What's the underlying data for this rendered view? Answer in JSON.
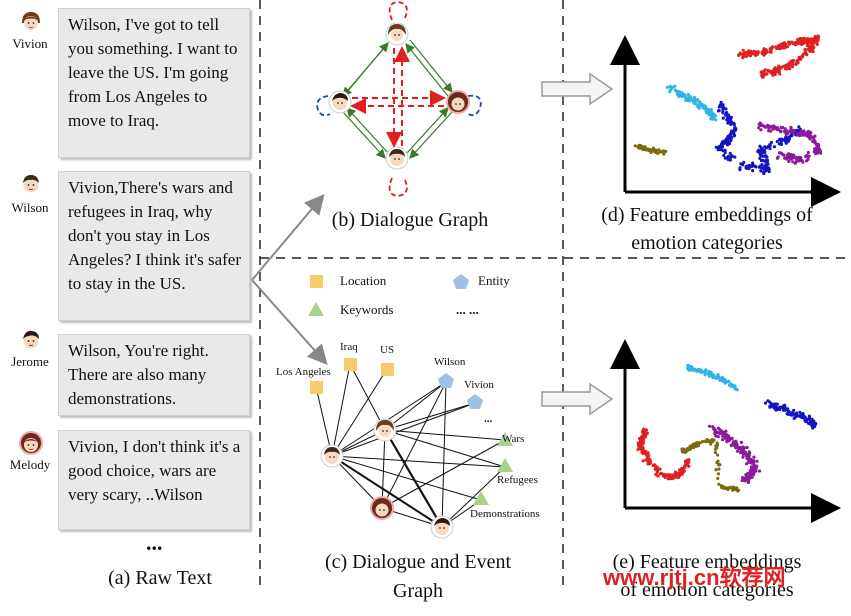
{
  "raw_text": {
    "messages": [
      {
        "speaker": "Vivion",
        "text": "Wilson, I've got to tell you something.  I want to leave the US. I'm going from Los Angeles to move to Iraq."
      },
      {
        "speaker": "Wilson",
        "text": "Vivion,There's wars and refugees in Iraq, why don't you stay in Los Angeles? I think it's safer to stay in the US."
      },
      {
        "speaker": "Jerome",
        "text": "Wilson, You're right. There are also many demonstrations."
      },
      {
        "speaker": "Melody",
        "text": "Vivion, I don't think it's a good choice, wars are very scary, ..Wilson"
      }
    ],
    "ellipsis": "...",
    "caption": "(a) Raw Text"
  },
  "dialogue_graph": {
    "caption": "(b) Dialogue Graph"
  },
  "event_graph": {
    "caption_line1": "(c) Dialogue and Event",
    "caption_line2": "Graph",
    "legend": [
      {
        "label": "Location",
        "shape": "square",
        "color": "#f7cd6b"
      },
      {
        "label": "Entity",
        "shape": "pentagon",
        "color": "#9fbfe3"
      },
      {
        "label": "Keywords",
        "shape": "triangle",
        "color": "#a9d08e"
      },
      {
        "label": "... ...",
        "shape": "none",
        "color": ""
      }
    ],
    "nodes": {
      "la": "Los Angeles",
      "iraq": "Iraq",
      "us": "US",
      "wilson": "Wilson",
      "vivion": "Vivion",
      "dots": "...",
      "wars": "Wars",
      "refugees": "Refugees",
      "demonstrations": "Demonstrations"
    }
  },
  "embeddings_d": {
    "caption_line1": "(d) Feature embeddings of",
    "caption_line2": "emotion categories"
  },
  "embeddings_e": {
    "caption_line1": "(e) Feature embeddings",
    "caption_line2": "of emotion categories"
  },
  "watermark": "www.rjtj.cn软荐网",
  "colors": {
    "red": "#e02020",
    "blue": "#1515c0",
    "purple": "#8b1a9c",
    "cyan": "#2fb4e8",
    "olive": "#7a6a10",
    "dark_red": "#cc2222",
    "green_arrow": "#3a7a2a",
    "gray_arrow": "#888888"
  }
}
